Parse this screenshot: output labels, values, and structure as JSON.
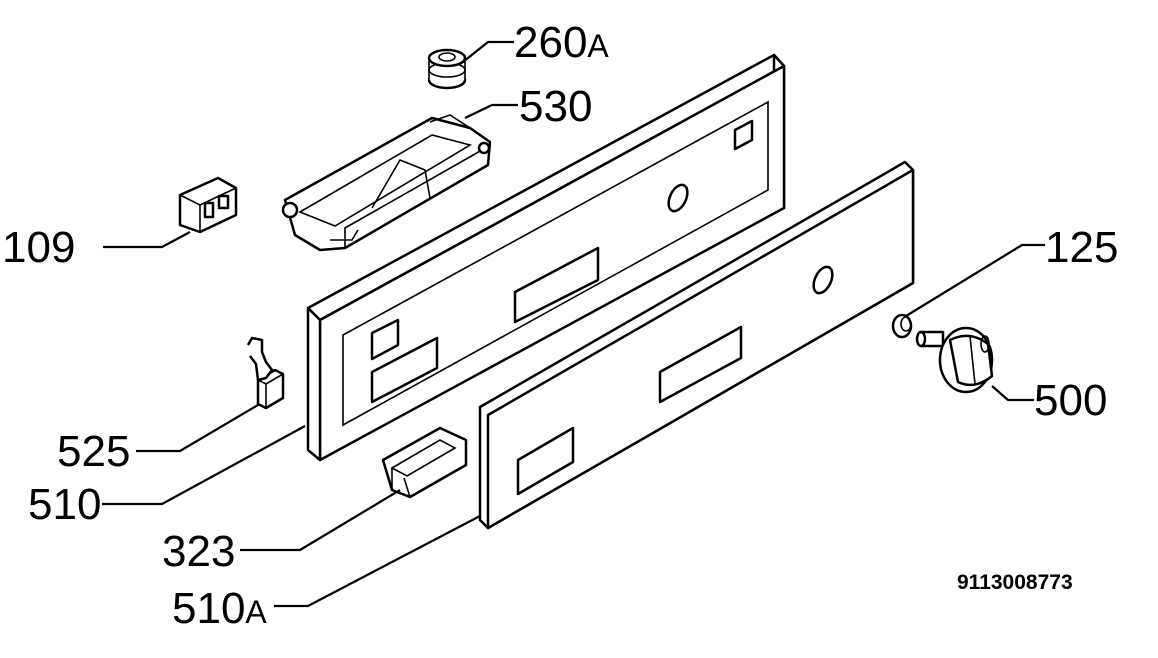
{
  "diagram": {
    "document_number": "9113008773",
    "callouts": [
      {
        "id": "260a",
        "number": "260",
        "suffix": "A"
      },
      {
        "id": "530",
        "number": "530",
        "suffix": ""
      },
      {
        "id": "109",
        "number": "109",
        "suffix": ""
      },
      {
        "id": "125",
        "number": "125",
        "suffix": ""
      },
      {
        "id": "500",
        "number": "500",
        "suffix": ""
      },
      {
        "id": "525",
        "number": "525",
        "suffix": ""
      },
      {
        "id": "510",
        "number": "510",
        "suffix": ""
      },
      {
        "id": "323",
        "number": "323",
        "suffix": ""
      },
      {
        "id": "510a",
        "number": "510",
        "suffix": "A"
      }
    ]
  }
}
